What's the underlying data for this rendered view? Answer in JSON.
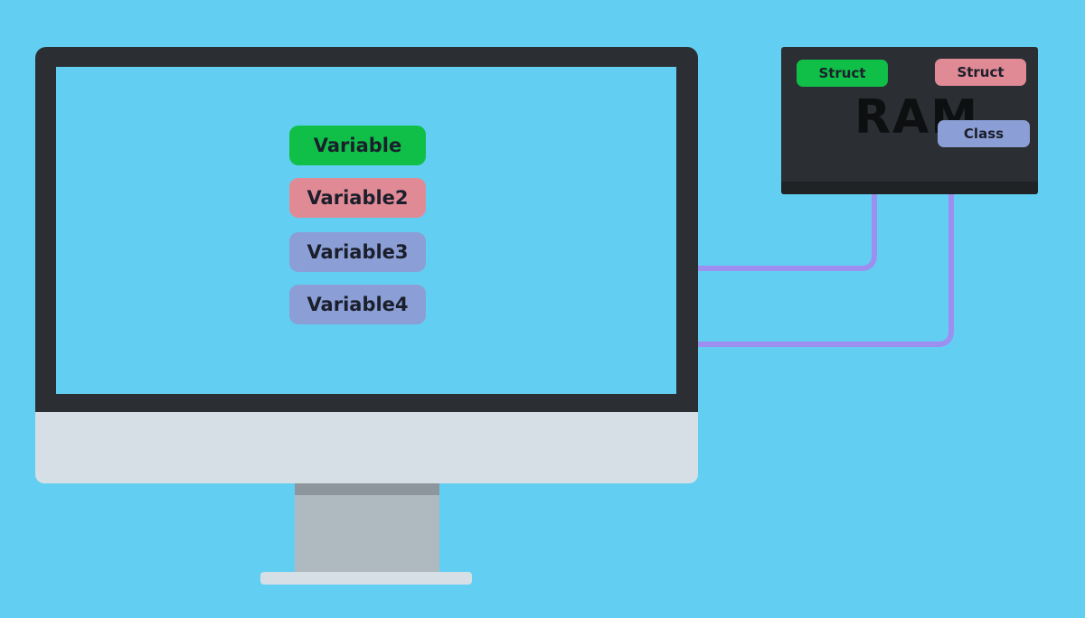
{
  "screen": {
    "variables": [
      {
        "label": "Variable",
        "color": "#10bf48"
      },
      {
        "label": "Variable2",
        "color": "#e08a96"
      },
      {
        "label": "Variable3",
        "color": "#8b9fd6"
      },
      {
        "label": "Variable4",
        "color": "#8b9fd6"
      }
    ]
  },
  "ram": {
    "title": "RAM",
    "items": [
      {
        "label": "Struct",
        "color": "#10bf48"
      },
      {
        "label": "Struct",
        "color": "#e08a96"
      },
      {
        "label": "Class",
        "color": "#8b9fd6"
      }
    ]
  },
  "colors": {
    "background": "#62cff2",
    "wire": "#9d8ff0",
    "device": "#2b2f33"
  }
}
